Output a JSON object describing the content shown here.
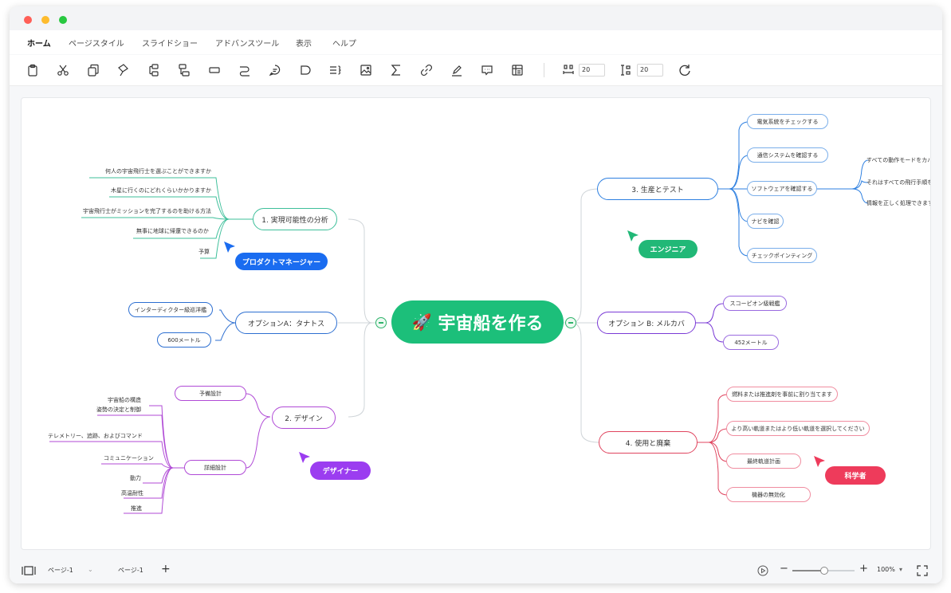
{
  "menu": {
    "items": [
      {
        "label": "ホーム"
      },
      {
        "label": "ページスタイル"
      },
      {
        "label": "スライドショー"
      },
      {
        "label": "アドバンスツール"
      },
      {
        "label": "表示"
      },
      {
        "label": "ヘルプ"
      }
    ],
    "active": "ホーム"
  },
  "toolbar": {
    "icons": [
      "clipboard-icon",
      "scissors-icon",
      "copy-icon",
      "format-painter-icon",
      "add-topic-icon",
      "add-subtopic-icon",
      "box-icon",
      "relationship-icon",
      "comment-icon",
      "tag-icon",
      "outline-icon",
      "image-icon",
      "formula-icon",
      "link-icon",
      "pen-icon",
      "callout-icon",
      "table-icon"
    ],
    "width_value": "20",
    "height_value": "20"
  },
  "mindmap": {
    "center": "宇宙船を作る",
    "branches": {
      "b1": {
        "label": "1. 実現可能性の分析",
        "leaves": [
          "何人の宇宙飛行士を選ぶことができますか",
          "木星に行くのにどれくらいかかりますか",
          "宇宙飛行士がミッションを完了するのを助ける方法",
          "無事に地球に帰還できるのか",
          "予算"
        ]
      },
      "bA": {
        "label": "オプションA：タナトス",
        "leaves": [
          "インターディクター級巡洋艦",
          "600メートル"
        ]
      },
      "b2": {
        "label": "2. デザイン",
        "sub1": "予備設計",
        "sub2": "詳細設計",
        "leaves": [
          "宇宙船の構造",
          "姿勢の決定と制御",
          "テレメトリー、追跡、およびコマンド",
          "コミュニケーション",
          "動力",
          "高温耐性",
          "推進"
        ]
      },
      "b3": {
        "label": "3. 生産とテスト",
        "leaves": [
          "電気系統をチェックする",
          "通信システムを確認する",
          "ソフトウェアを確認する",
          "ナビを確認",
          "チェックポインティング"
        ],
        "sub_leaves": [
          "すべての動作モードをカバ",
          "それはすべての飛行手順を",
          "情報を正しく処理できます"
        ]
      },
      "bB": {
        "label": "オプション B: メルカバ",
        "leaves": [
          "スコーピオン級戦艦",
          "452メートル"
        ]
      },
      "b4": {
        "label": "4. 使用と廃棄",
        "leaves": [
          "燃料または推進剤を事前に割り当てます",
          "より高い軌道またはより低い軌道を選択してください",
          "最終軌道計画",
          "機器の無効化"
        ]
      }
    },
    "tags": {
      "pm": "プロダクトマネージャー",
      "engineer": "エンジニア",
      "designer": "デザイナー",
      "scientist": "科学者"
    }
  },
  "colors": {
    "center": "#1cbf7a",
    "b1": "#3dbf9a",
    "bA": "#2d6fd1",
    "b2": "#b04ad6",
    "b3": "#2d7fe0",
    "bB": "#7a3ad6",
    "b4": "#e0455f",
    "pm": "#1a6cf0",
    "engineer": "#21b877",
    "designer": "#9b3df0",
    "scientist": "#ee3b5b"
  },
  "status": {
    "page_selector": "ページ-1",
    "page_tab": "ページ-1",
    "zoom": "100%",
    "zoom_level": 0.5
  }
}
